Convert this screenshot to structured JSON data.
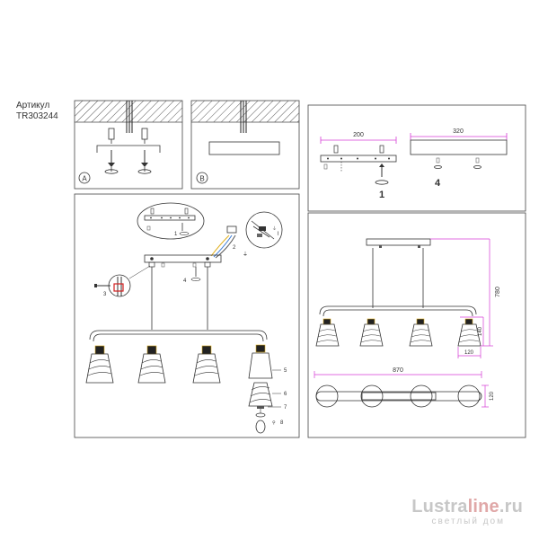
{
  "article": {
    "label": "Артикул",
    "code": "TR303244"
  },
  "panel_a": {
    "badge": "A"
  },
  "panel_b": {
    "badge": "B"
  },
  "panel_steps": {
    "step1_big": "1",
    "step4_big": "4",
    "dim_canopy_width": "200",
    "dim_plate_width": "320"
  },
  "panel_assembly": {
    "step1": "1",
    "step2": "2",
    "step3": "3",
    "step4": "4",
    "step5": "5",
    "step6": "6",
    "step7": "7",
    "step8": "8"
  },
  "panel_dimensions": {
    "height": "780",
    "shade_height": "140",
    "shade_width": "120",
    "length": "870",
    "depth": "120"
  },
  "watermark": {
    "brand_part1": "Lustra",
    "brand_part2": "line",
    "brand_part3": ".ru",
    "tagline": "светлый дом"
  },
  "colors": {
    "line": "#444444",
    "dimension": "#d63cd6",
    "accent_yellow": "#e0b020",
    "accent_blue": "#3a7bd5",
    "accent_red": "#d02020",
    "hatch": "#555555"
  }
}
